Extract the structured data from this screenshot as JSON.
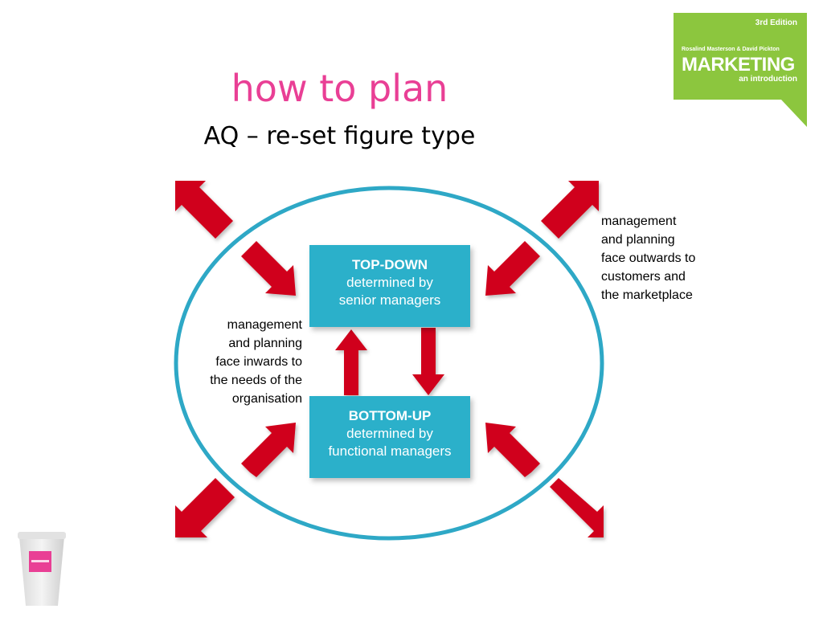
{
  "slide": {
    "title": "how to plan",
    "subtitle": "AQ – re-set figure type"
  },
  "badge": {
    "edition": "3rd Edition",
    "authors": "Rosalind Masterson & David Pickton",
    "brand": "MARKETING",
    "tagline": "an introduction"
  },
  "diagram": {
    "top_box": {
      "heading": "TOP-DOWN",
      "line1": "determined by",
      "line2": "senior managers"
    },
    "bottom_box": {
      "heading": "BOTTOM-UP",
      "line1": "determined by",
      "line2": "functional managers"
    },
    "inward_note": {
      "lines": [
        "management",
        "and planning",
        "face inwards to",
        "the needs of the",
        "organisation"
      ]
    },
    "outward_note": {
      "lines": [
        "management",
        "and planning",
        "face outwards to",
        "customers and",
        "the marketplace"
      ]
    }
  },
  "colors": {
    "title_pink": "#e93f95",
    "box_blue": "#2bb0ca",
    "ellipse_blue": "#2ea8c6",
    "arrow_red": "#d0021b",
    "badge_green": "#8cc63e"
  },
  "icons": {
    "cup": "coffee-cup-icon"
  }
}
